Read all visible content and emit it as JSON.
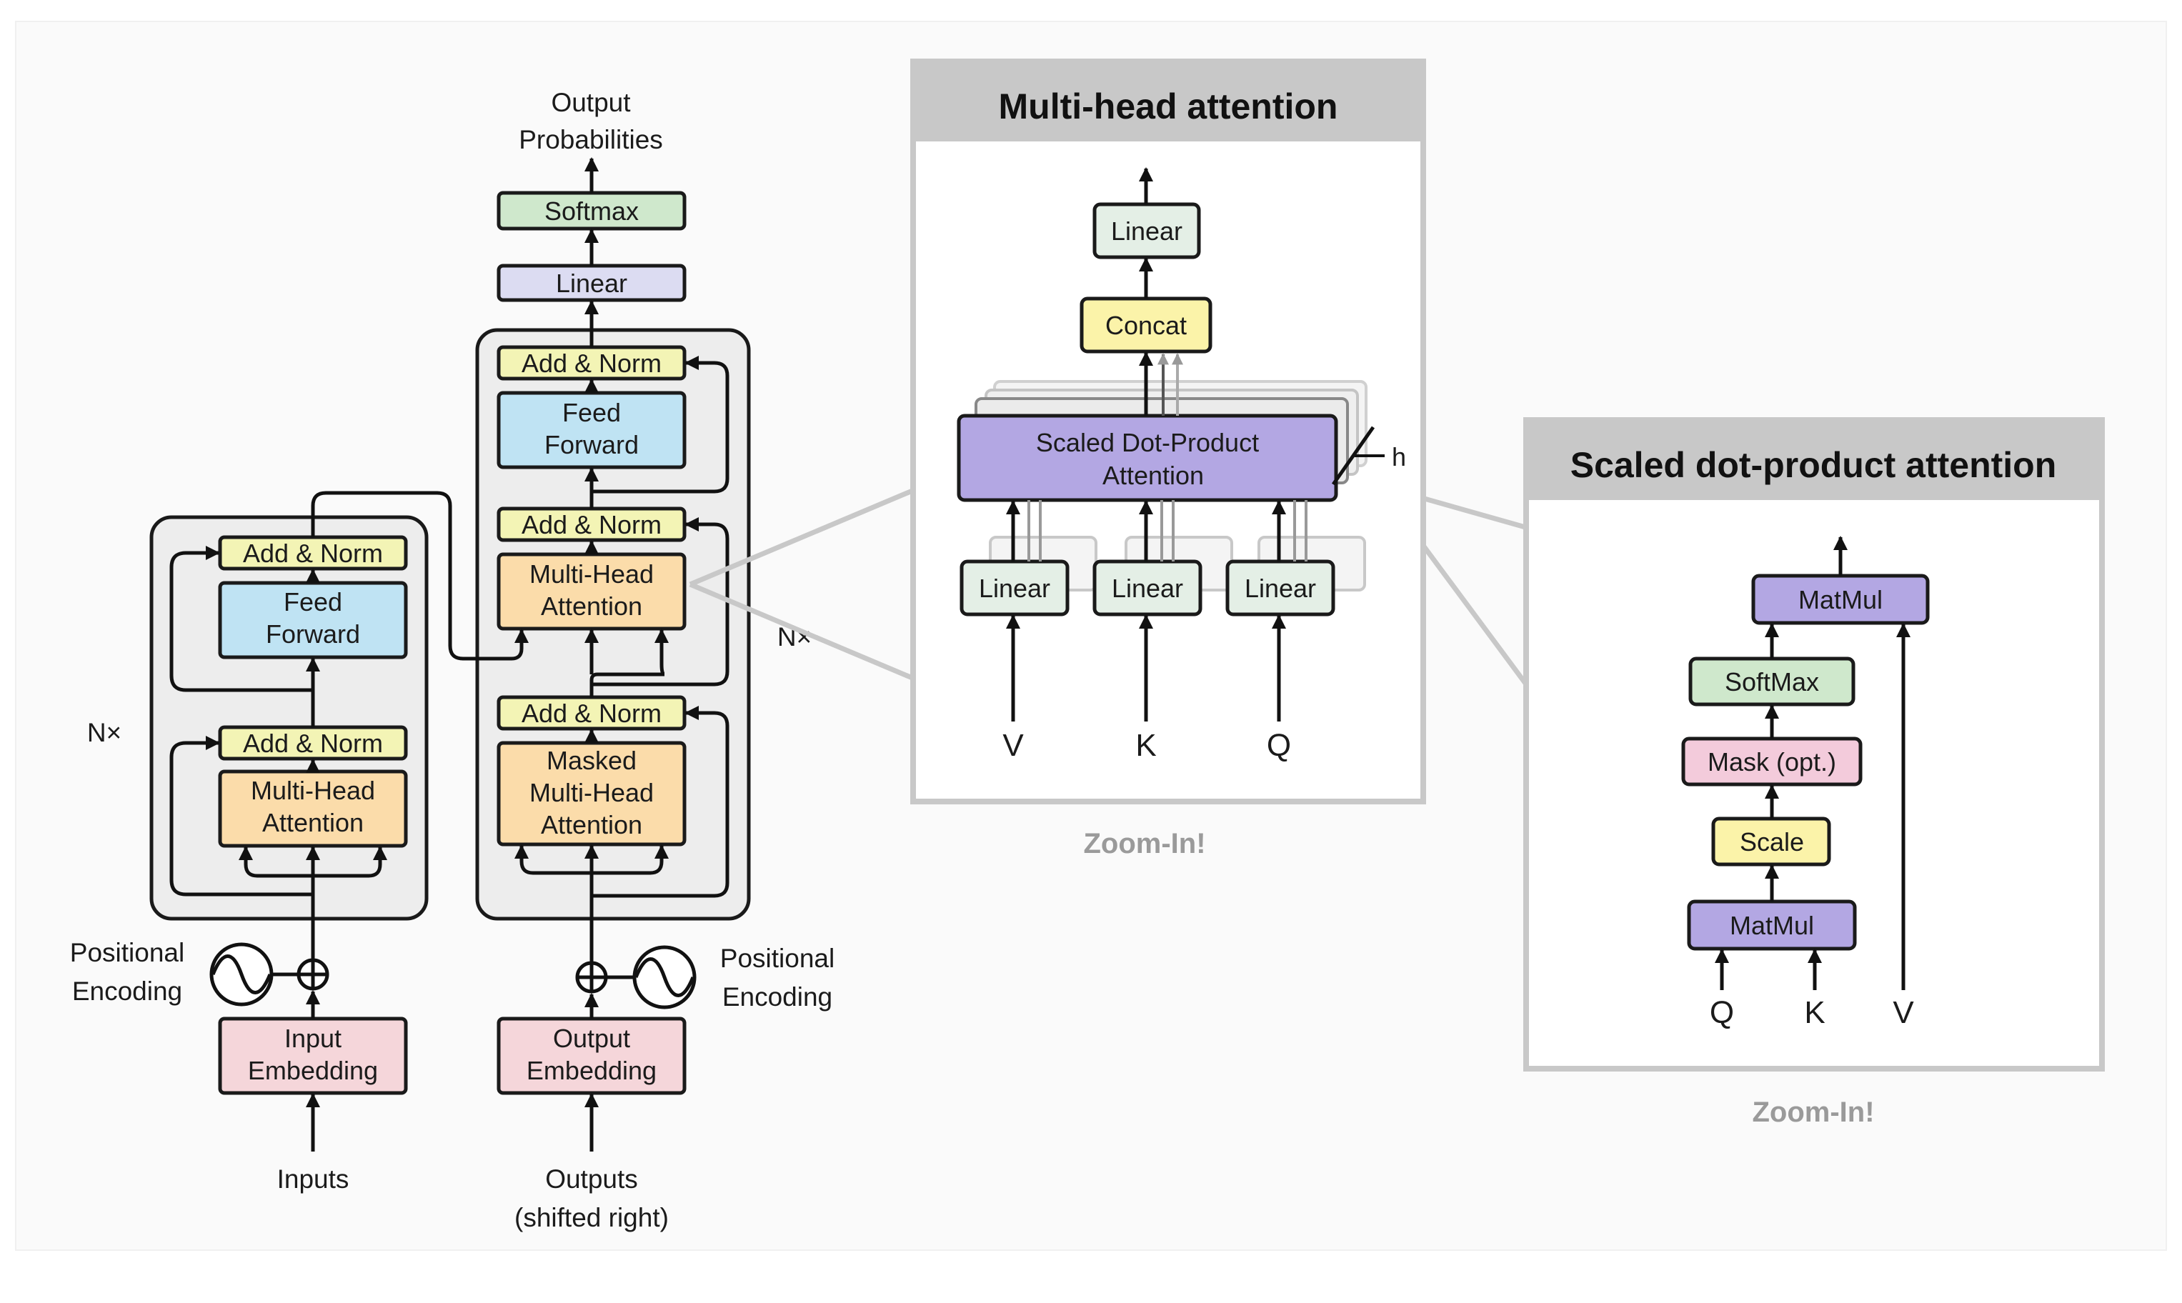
{
  "colors": {
    "add_norm": "#f3f4b5",
    "feed_forward": "#bfe3f3",
    "attention": "#fbdcaa",
    "embedding": "#f5d6da",
    "linear_top": "#dcdcf2",
    "softmax_top": "#cfe8cc",
    "linear_small": "#e4efe6",
    "concat": "#fbf3a9",
    "sdpa": "#b3a7e3",
    "matmul": "#b3a7e3",
    "softmax": "#cfe8cc",
    "mask": "#f3cbdb",
    "scale": "#fbf3a9",
    "panel_header": "#c8c8c8",
    "panel_border": "#c8c8c8",
    "stack_fill": "#ededed"
  },
  "transformer": {
    "output_probabilities": [
      "Output",
      "Probabilities"
    ],
    "softmax": "Softmax",
    "linear": "Linear",
    "encoder": {
      "add_norm_top": "Add & Norm",
      "feed_forward": [
        "Feed",
        "Forward"
      ],
      "add_norm_bottom": "Add & Norm",
      "multi_head_attention": [
        "Multi-Head",
        "Attention"
      ],
      "nx": "N×"
    },
    "decoder": {
      "add_norm_top": "Add & Norm",
      "feed_forward": [
        "Feed",
        "Forward"
      ],
      "add_norm_mid": "Add & Norm",
      "multi_head_attention": [
        "Multi-Head",
        "Attention"
      ],
      "add_norm_bottom": "Add & Norm",
      "masked_attention": [
        "Masked",
        "Multi-Head",
        "Attention"
      ],
      "nx": "N×"
    },
    "positional_encoding_left": [
      "Positional",
      "Encoding"
    ],
    "positional_encoding_right": [
      "Positional",
      "Encoding"
    ],
    "input_embedding": [
      "Input",
      "Embedding"
    ],
    "output_embedding": [
      "Output",
      "Embedding"
    ],
    "inputs": "Inputs",
    "outputs": [
      "Outputs",
      "(shifted right)"
    ]
  },
  "multi_head_panel": {
    "title": "Multi-head attention",
    "linear_top": "Linear",
    "concat": "Concat",
    "sdpa": [
      "Scaled Dot-Product",
      "Attention"
    ],
    "h_label": "h",
    "linear_v": "Linear",
    "linear_k": "Linear",
    "linear_q": "Linear",
    "v": "V",
    "k": "K",
    "q": "Q",
    "caption": "Zoom-In!"
  },
  "sdpa_panel": {
    "title": "Scaled dot-product attention",
    "matmul_top": "MatMul",
    "softmax": "SoftMax",
    "mask": "Mask (opt.)",
    "scale": "Scale",
    "matmul_bottom": "MatMul",
    "q": "Q",
    "k": "K",
    "v": "V",
    "caption": "Zoom-In!"
  }
}
